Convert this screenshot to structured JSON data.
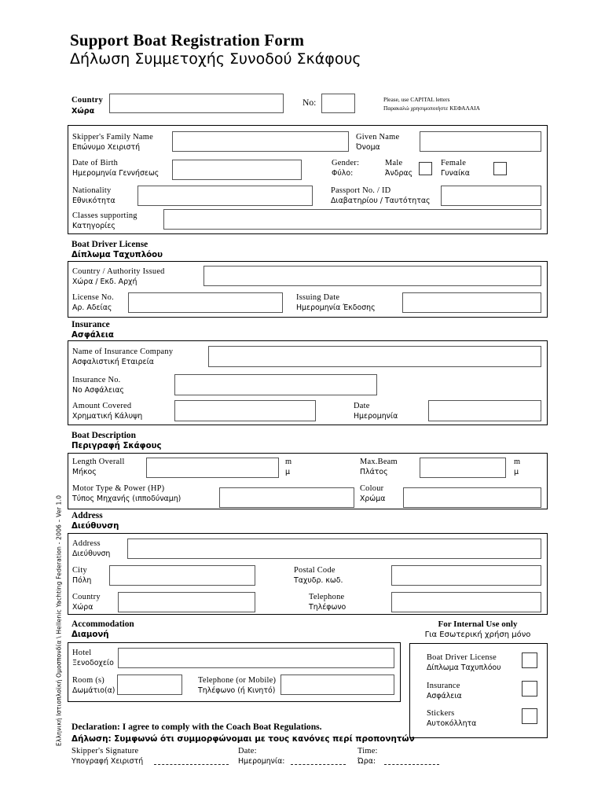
{
  "document": {
    "title_en": "Support Boat Registration Form",
    "title_el": "Δήλωση Συμμετοχής Συνοδού Σκάφους",
    "side_credit": "Ελληνική Ιστιοπλοϊκή Ομοσπονδία \\ Hellenic Yachting Federation - 2006 – Ver 1.0"
  },
  "header": {
    "country": {
      "en": "Country",
      "el": "Χώρα"
    },
    "number_label": "No:",
    "hint_en": "Please, use CAPITAL letters",
    "hint_el": "Παρακαλώ χρησιμοποιήστε ΚΕΦΑΛΑΙΑ",
    "country_value": "",
    "number_value": ""
  },
  "personal": {
    "family_name": {
      "en": "Skipper's Family Name",
      "el": "Επώνυμο Χειριστή",
      "value": ""
    },
    "given_name": {
      "en": "Given Name",
      "el": "Όνομα",
      "value": ""
    },
    "date_of_birth": {
      "en": "Date of Birth",
      "el": "Ημερομηνία Γεννήσεως",
      "value": ""
    },
    "gender": {
      "en": "Gender:",
      "el": "Φύλο:"
    },
    "male": {
      "en": "Male",
      "el": "Άνδρας",
      "checked": false
    },
    "female": {
      "en": "Female",
      "el": "Γυναίκα",
      "checked": false
    },
    "nationality": {
      "en": "Nationality",
      "el": "Εθνικότητα",
      "value": ""
    },
    "passport": {
      "en": "Passport No. / ID",
      "el": "Διαβατηρίου / Ταυτότητας",
      "value": ""
    },
    "classes": {
      "en": "Classes supporting",
      "el": "Κατηγορίες",
      "value": ""
    }
  },
  "license": {
    "heading": {
      "en": "Boat Driver License",
      "el": "Δίπλωμα Ταχυπλόου"
    },
    "authority": {
      "en": "Country / Authority Issued",
      "el": "Χώρα / Εκδ. Αρχή",
      "value": ""
    },
    "license_no": {
      "en": "License No.",
      "el": "Αρ. Αδείας",
      "value": ""
    },
    "issuing_date": {
      "en": "Issuing Date",
      "el": "Ημερομηνία Έκδοσης",
      "value": ""
    }
  },
  "insurance": {
    "heading": {
      "en": "Insurance",
      "el": "Ασφάλεια"
    },
    "company": {
      "en": "Name of Insurance Company",
      "el": "Ασφαλιστική Εταιρεία",
      "value": ""
    },
    "insurance_no": {
      "en": "Insurance No.",
      "el": "Νο Ασφάλειας",
      "value": ""
    },
    "amount": {
      "en": "Amount Covered",
      "el": "Χρηματική Κάλυψη",
      "value": ""
    },
    "date": {
      "en": "Date",
      "el": "Ημερομηνία",
      "value": ""
    }
  },
  "boat": {
    "heading": {
      "en": "Boat Description",
      "el": "Περιγραφή Σκάφους"
    },
    "length": {
      "en": "Length Overall",
      "el": "Μήκος",
      "value": ""
    },
    "length_unit": {
      "en": "m",
      "el": "μ"
    },
    "beam": {
      "en": "Max.Beam",
      "el": "Πλάτος",
      "value": ""
    },
    "beam_unit": {
      "en": "m",
      "el": "μ"
    },
    "motor": {
      "en": "Motor Type & Power (HP)",
      "el": "Τύπος Μηχανής (ιπποδύναμη)",
      "value": ""
    },
    "colour": {
      "en": "Colour",
      "el": "Χρώμα",
      "value": ""
    }
  },
  "address": {
    "heading": {
      "en": "Address",
      "el": "Διεύθυνση"
    },
    "street": {
      "en": "Address",
      "el": "Διεύθυνση",
      "value": ""
    },
    "city": {
      "en": "City",
      "el": "Πόλη",
      "value": ""
    },
    "postal_code": {
      "en": "Postal Code",
      "el": "Ταχυδρ. κωδ.",
      "value": ""
    },
    "country": {
      "en": "Country",
      "el": "Χώρα",
      "value": ""
    },
    "telephone": {
      "en": "Telephone",
      "el": "Τηλέφωνο",
      "value": ""
    }
  },
  "accommodation": {
    "heading": {
      "en": "Accommodation",
      "el": "Διαμονή"
    },
    "hotel": {
      "en": "Hotel",
      "el": "Ξενοδοχείο",
      "value": ""
    },
    "rooms": {
      "en": "Room (s)",
      "el": "Δωμάτιο(α)",
      "value": ""
    },
    "telephone": {
      "en": "Telephone (or Mobile)",
      "el": "Τηλέφωνο (ή Κινητό)",
      "value": ""
    }
  },
  "internal_use": {
    "title_en": "For Internal Use only",
    "title_el": "Για Εσωτερική χρήση μόνο",
    "items": [
      {
        "en": "Boat Driver License",
        "el": "Δίπλωμα Ταχυπλόου",
        "checked": false
      },
      {
        "en": "Insurance",
        "el": "Ασφάλεια",
        "checked": false
      },
      {
        "en": "Stickers",
        "el": "Αυτοκόλλητα",
        "checked": false
      }
    ]
  },
  "declaration": {
    "text_en": "Declaration: I agree to comply with the Coach Boat Regulations.",
    "text_el": "Δήλωση: Συμφωνώ ότι συμμορφώνομαι με τους κανόνες περί προπονητών",
    "signature": {
      "en": "Skipper's Signature",
      "el": "Υπογραφή Χειριστή",
      "value": ""
    },
    "date": {
      "en": "Date:",
      "el": "Ημερομηνία:",
      "value": ""
    },
    "time": {
      "en": "Time:",
      "el": "Ώρα:",
      "value": ""
    }
  }
}
